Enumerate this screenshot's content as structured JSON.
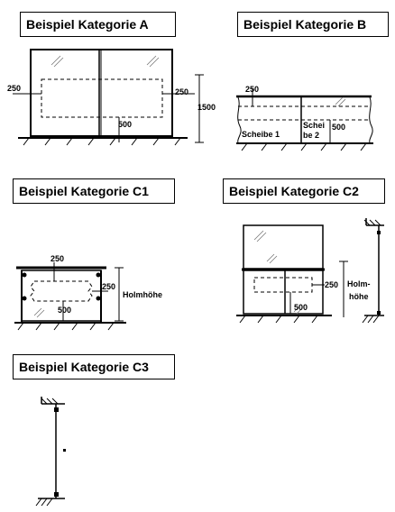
{
  "titles": {
    "a": "Beispiel Kategorie A",
    "b": "Beispiel Kategorie B",
    "c1": "Beispiel Kategorie C1",
    "c2": "Beispiel Kategorie C2",
    "c3": "Beispiel Kategorie C3"
  },
  "dims": {
    "a_left": "250",
    "a_right": "250",
    "a_bottom": "500",
    "a_height": "1500",
    "b_top": "250",
    "b_right": "500",
    "b_pane1": "Scheibe 1",
    "b_pane2_line1": "Schei",
    "b_pane2_line2": "be 2",
    "c1_top": "250",
    "c1_right": "250",
    "c1_bottom": "500",
    "c1_label": "Holmhöhe",
    "c2_right": "250",
    "c2_bottom": "500",
    "c2_label_line1": "Holm-",
    "c2_label_line2": "höhe"
  }
}
